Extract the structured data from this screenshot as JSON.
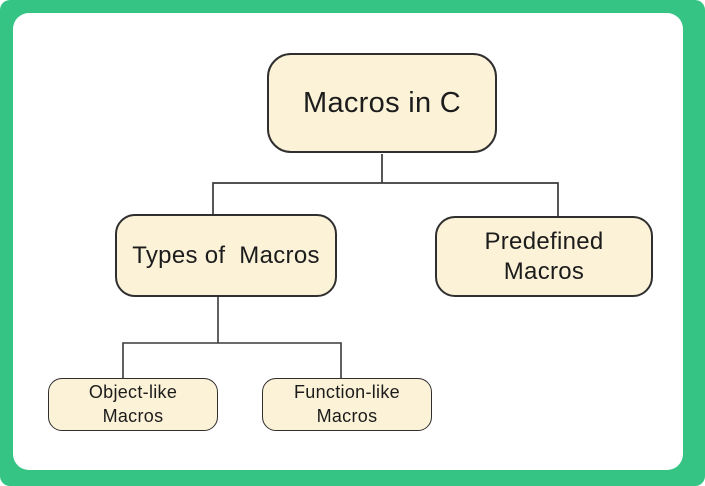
{
  "page": {
    "frame_color": "#35c483",
    "panel_color": "#ffffff",
    "node_fill_color": "#fbf2d7",
    "node_border_color": "#2f2f2f",
    "line_color": "#3a3a3a",
    "text_color": "#1c1c1c"
  },
  "diagram": {
    "title": "Macros in C",
    "nodes": {
      "root": {
        "label": "Macros in C"
      },
      "types": {
        "label": "Types of  Macros"
      },
      "predefined": {
        "label": "Predefined\nMacros"
      },
      "object_like": {
        "label": "Object-like\nMacros"
      },
      "function_like": {
        "label": "Function-like\nMacros"
      }
    },
    "edges": [
      {
        "from": "root",
        "to": "types"
      },
      {
        "from": "root",
        "to": "predefined"
      },
      {
        "from": "types",
        "to": "object_like"
      },
      {
        "from": "types",
        "to": "function_like"
      }
    ]
  }
}
